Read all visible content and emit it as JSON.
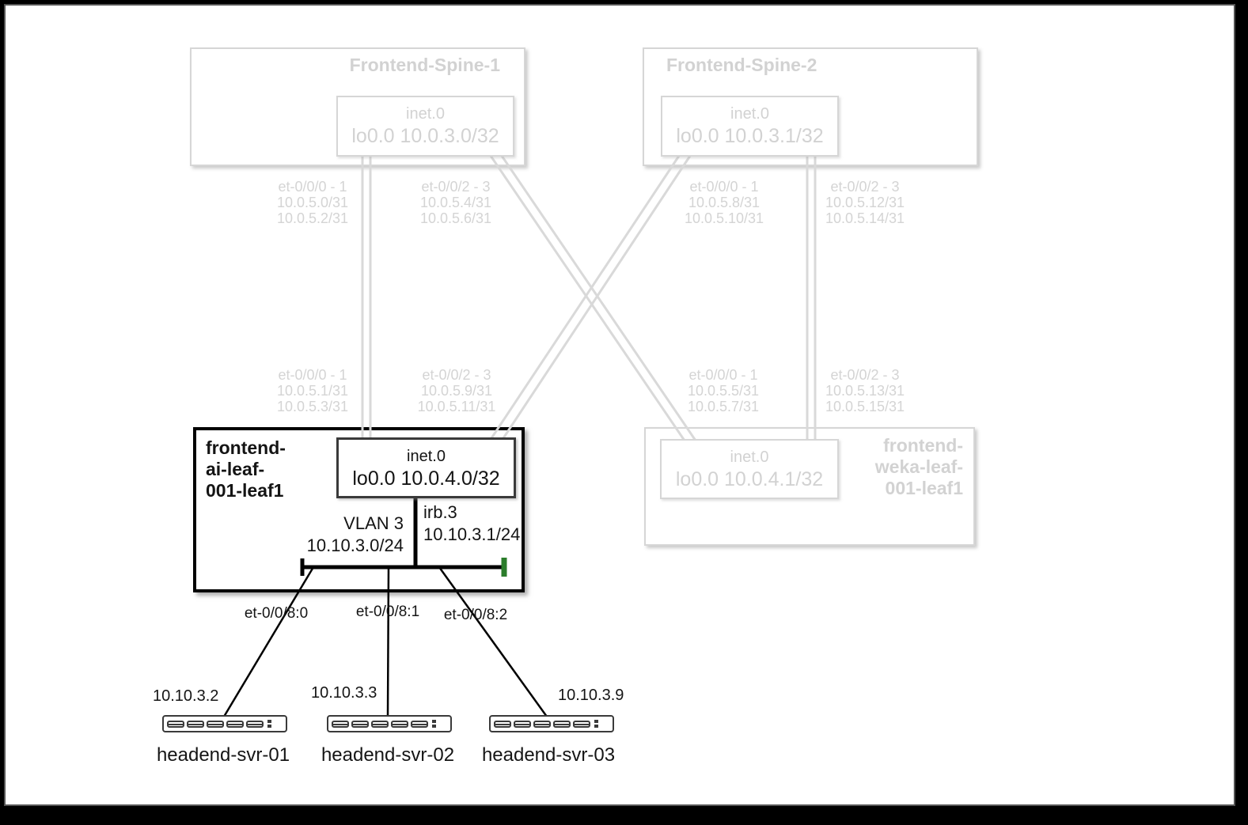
{
  "colors": {
    "inactive_gray": "#d4d4d4",
    "active_black": "#111111",
    "bus_endpoint_green": "#2b7d2b"
  },
  "nodes": {
    "spine1": {
      "title": "Frontend-Spine-1",
      "table": "inet.0",
      "loopback": "lo0.0 10.0.3.0/32"
    },
    "spine2": {
      "title": "Frontend-Spine-2",
      "table": "inet.0",
      "loopback": "lo0.0 10.0.3.1/32"
    },
    "ai_leaf": {
      "title1": "frontend-",
      "title2": "ai-leaf-",
      "title3": "001-leaf1",
      "table": "inet.0",
      "loopback": "lo0.0 10.0.4.0/32",
      "vlan_name": "VLAN 3",
      "vlan_subnet": "10.10.3.0/24",
      "irb_name": "irb.3",
      "irb_ip": "10.10.3.1/24"
    },
    "weka_leaf": {
      "title1": "frontend-",
      "title2": "weka-leaf-",
      "title3": "001-leaf1",
      "table": "inet.0",
      "loopback": "lo0.0 10.0.4.1/32"
    }
  },
  "links": [
    {
      "lines": [
        "et-0/0/0 - 1",
        "10.0.5.0/31",
        "10.0.5.2/31"
      ]
    },
    {
      "lines": [
        "et-0/0/2 - 3",
        "10.0.5.4/31",
        "10.0.5.6/31"
      ]
    },
    {
      "lines": [
        "et-0/0/0 - 1",
        "10.0.5.8/31",
        "10.0.5.10/31"
      ]
    },
    {
      "lines": [
        "et-0/0/2 - 3",
        "10.0.5.12/31",
        "10.0.5.14/31"
      ]
    },
    {
      "lines": [
        "et-0/0/0 - 1",
        "10.0.5.1/31",
        "10.0.5.3/31"
      ]
    },
    {
      "lines": [
        "et-0/0/2 - 3",
        "10.0.5.9/31",
        "10.0.5.11/31"
      ]
    },
    {
      "lines": [
        "et-0/0/0 - 1",
        "10.0.5.5/31",
        "10.0.5.7/31"
      ]
    },
    {
      "lines": [
        "et-0/0/2 - 3",
        "10.0.5.13/31",
        "10.0.5.15/31"
      ]
    }
  ],
  "access_ports": [
    "et-0/0/8:0",
    "et-0/0/8:1",
    "et-0/0/8:2"
  ],
  "servers": [
    {
      "ip": "10.10.3.2",
      "name": "headend-svr-01"
    },
    {
      "ip": "10.10.3.3",
      "name": "headend-svr-02"
    },
    {
      "ip": "10.10.3.9",
      "name": "headend-svr-03"
    }
  ]
}
